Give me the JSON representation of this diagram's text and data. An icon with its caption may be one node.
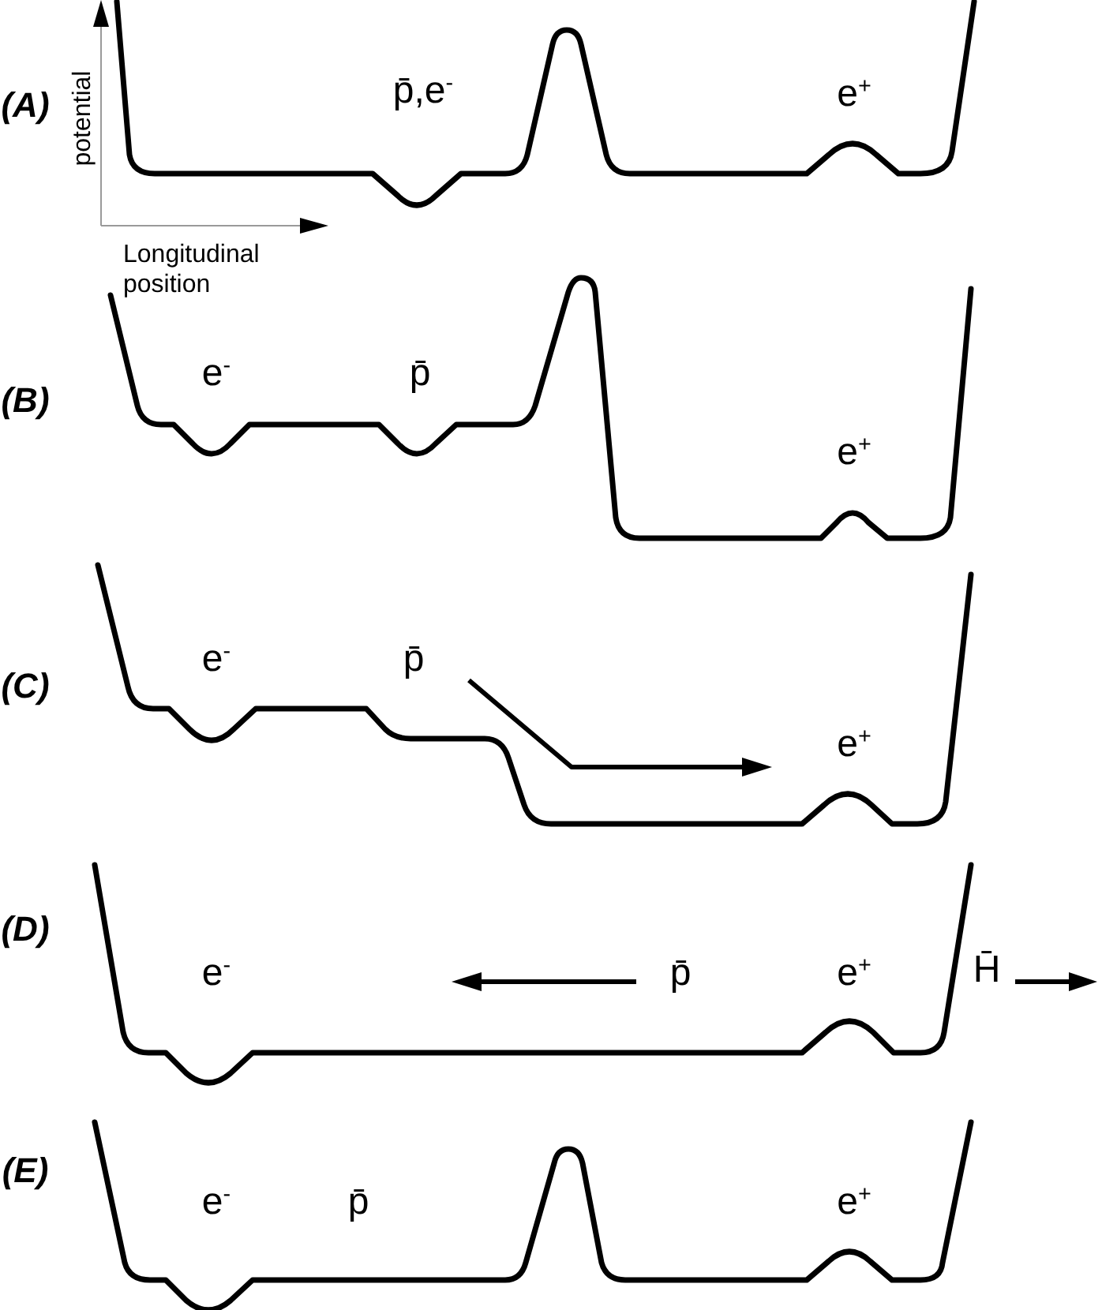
{
  "diagram": {
    "labels": [
      "(A)",
      "potential",
      "p̄,e$^{-}$",
      "e$^{+}$",
      "Longitudinal position",
      "(B)",
      "e$^{-}$",
      "p̄",
      "e$^{+}$",
      "(C)",
      "e$^{-}$",
      "p̄",
      "e$^{+}$",
      "(D)",
      "e$^{-}$",
      "p̄",
      "e$^{+}$",
      "H̄",
      "(E)",
      "e$^{-}$",
      "p̄",
      "e$^{+}$"
    ]
  }
}
